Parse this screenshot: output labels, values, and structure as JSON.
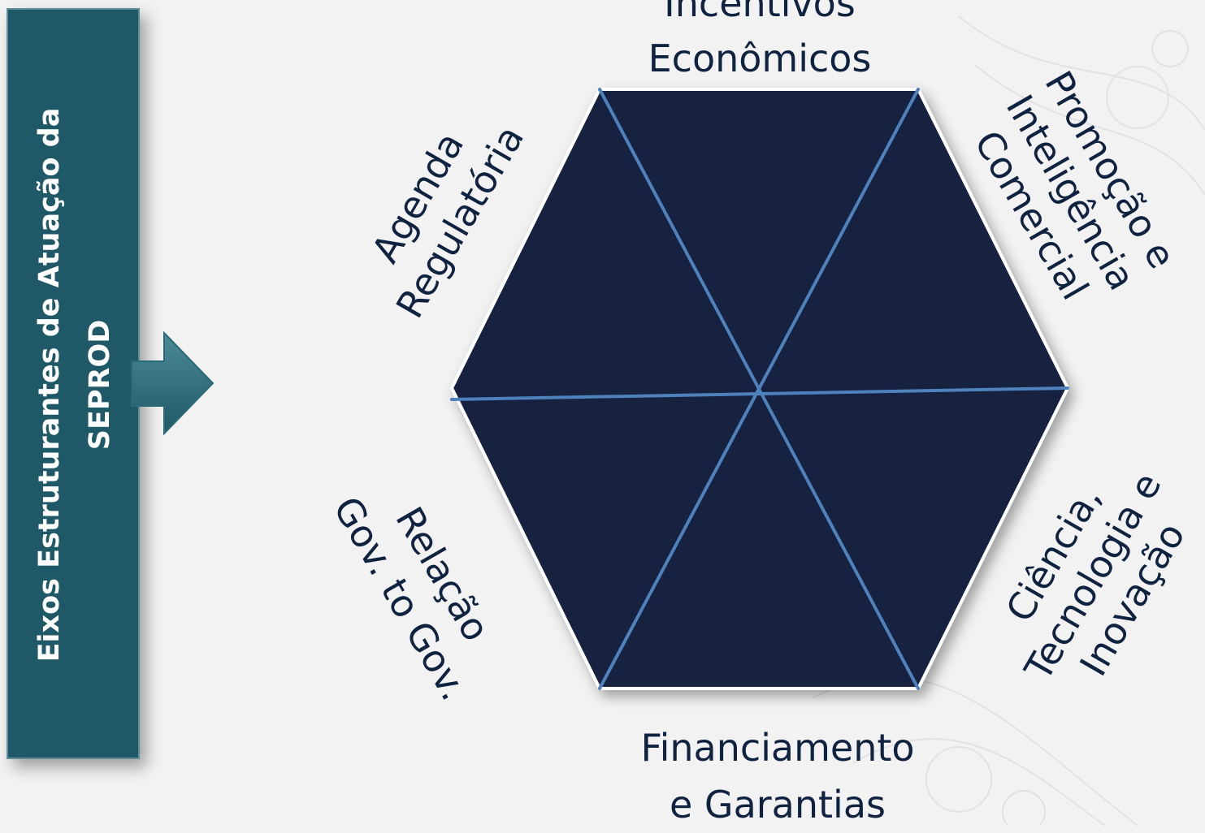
{
  "side_panel": {
    "lines": [
      "Eixos Estruturantes de Atuação da",
      "SEPROD"
    ]
  },
  "axes": {
    "top": [
      "Incentivos",
      "Econômicos"
    ],
    "upper_right": [
      "Promoção e",
      "Inteligência",
      "Comercial"
    ],
    "lower_right": [
      "Ciência,",
      "Tecnologia e",
      "Inovação"
    ],
    "bottom": [
      "Financiamento",
      "e Garantias"
    ],
    "lower_left": [
      "Relação",
      "Gov. to Gov."
    ],
    "upper_left": [
      "Agenda",
      "Regulatória"
    ]
  },
  "colors": {
    "panel": "#1f5866",
    "hexagon_fill": "#12233f",
    "divider_lines": "#4f81bd",
    "label_text": "#0f2240"
  }
}
